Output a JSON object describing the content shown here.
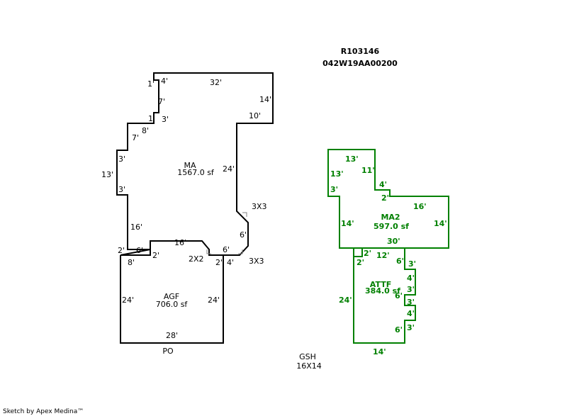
{
  "header": {
    "parcel_id": "R103146",
    "map_number": "042W19AA00200"
  },
  "colors": {
    "outline": "#000000",
    "addition": "#008000"
  },
  "areas": {
    "ma": {
      "code": "MA",
      "area": "1567.0 sf"
    },
    "agf": {
      "code": "AGF",
      "area": "706.0 sf"
    },
    "ma2": {
      "code": "MA2",
      "area": "597.0 sf"
    },
    "attf": {
      "code": "ATTF",
      "area": "384.0 sf"
    }
  },
  "ma_dims": [
    "1'",
    "4'",
    "32'",
    "14'",
    "7'",
    "1'",
    "3'",
    "10'",
    "8'",
    "7'",
    "3'",
    "13'",
    "3'",
    "24'",
    "3X3",
    "6'",
    "16'",
    "16'",
    "2'",
    "6'",
    "2'",
    "6'",
    "2X2",
    "2'",
    "4'",
    "3X3"
  ],
  "agf_dims": [
    "8'",
    "24'",
    "24'",
    "28'"
  ],
  "ma2_dims": [
    "13'",
    "11'",
    "13'",
    "4'",
    "3'",
    "2'",
    "16'",
    "14'",
    "14'",
    "30'"
  ],
  "attf_dims": [
    "2'",
    "12'",
    "2'",
    "6'",
    "3'",
    "4'",
    "3'",
    "6'",
    "3'",
    "4'",
    "24'",
    "6'",
    "3'",
    "14'"
  ],
  "outbuildings": [
    "PO",
    "GSH",
    "16X14"
  ],
  "footer": {
    "credit": "Sketch by Apex Medina™"
  }
}
